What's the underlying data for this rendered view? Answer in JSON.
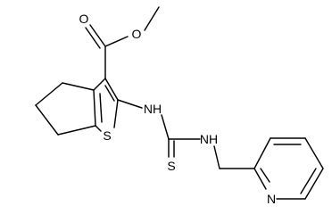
{
  "molecule": {
    "atoms": {
      "carbonyl_oxygen": "O",
      "ester_oxygen": "O",
      "thiophene_sulfur": "S",
      "amide_nh": "NH",
      "thiourea_nh": "NH",
      "thione_sulfur": "S",
      "pyridine_nitrogen": "N"
    },
    "colors": {
      "bond": "#000000",
      "label": "#000000",
      "background": "#ffffff"
    }
  }
}
